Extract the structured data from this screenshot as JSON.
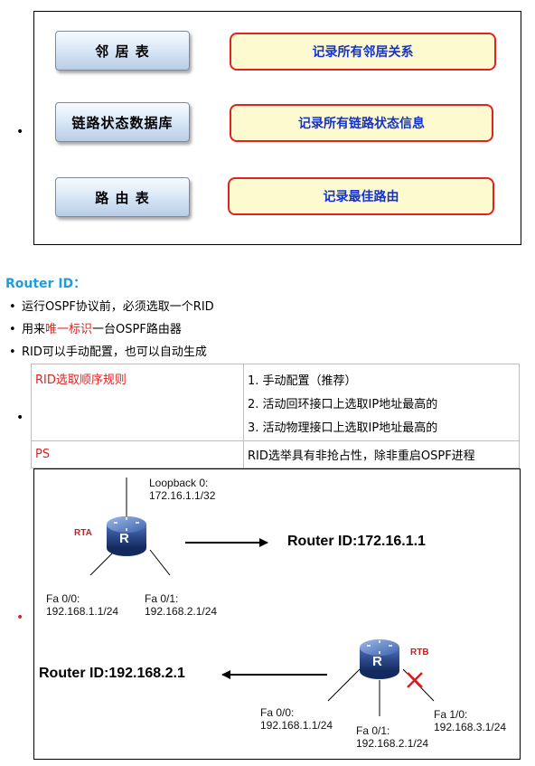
{
  "top_panel": {
    "rows": [
      {
        "table": "邻 居 表",
        "desc": "记录所有邻居关系"
      },
      {
        "table": "链路状态数据库",
        "desc": "记录所有链路状态信息"
      },
      {
        "table": "路 由 表",
        "desc": "记录最佳路由"
      }
    ]
  },
  "router_id": {
    "title": "Router ID：",
    "bullets": [
      {
        "text": "运行OSPF协议前，必须选取一个RID"
      },
      {
        "pre": "用来",
        "highlight": "唯一标识",
        "post": "一台OSPF路由器"
      },
      {
        "text": "RID可以手动配置，也可以自动生成"
      }
    ],
    "table": {
      "rule_label": "RID选取顺序规则",
      "rules": [
        "1. 手动配置（推荐）",
        "2. 活动回环接口上选取IP地址最高的",
        "3. 活动物理接口上选取IP地址最高的"
      ],
      "ps_label": "PS",
      "ps_text": "RID选举具有非抢占性，除非重启OSPF进程"
    }
  },
  "diagram": {
    "rta": {
      "name": "RTA",
      "loopback": [
        "Loopback 0:",
        "172.16.1.1/32"
      ],
      "if1": [
        "Fa 0/0:",
        "192.168.1.1/24"
      ],
      "if2": [
        "Fa 0/1:",
        "192.168.2.1/24"
      ],
      "router_id": "Router ID:172.16.1.1"
    },
    "rtb": {
      "name": "RTB",
      "if1": [
        "Fa 0/0:",
        "192.168.1.1/24"
      ],
      "if2": [
        "Fa 0/1:",
        "192.168.2.1/24"
      ],
      "if3": [
        "Fa 1/0:",
        "192.168.3.1/24"
      ],
      "router_id": "Router ID:192.168.2.1"
    },
    "router_glyph": "R"
  },
  "bullet_char": "•",
  "colors": {
    "accent_blue": "#1a9ee0",
    "highlight_red": "#e12222",
    "desc_text": "#1533c8",
    "router_blue": "#1f3f8a"
  }
}
